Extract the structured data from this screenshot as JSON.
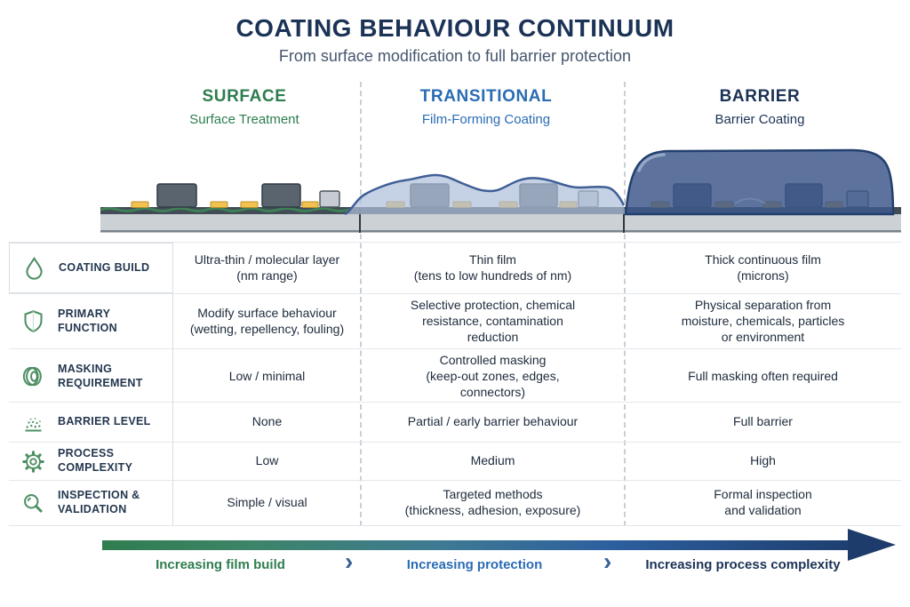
{
  "title": "COATING BEHAVIOUR CONTINUUM",
  "subtitle": "From surface modification to full barrier protection",
  "columns": [
    {
      "name": "SURFACE",
      "subtitle": "Surface Treatment",
      "color": "#2e7d4f"
    },
    {
      "name": "TRANSITIONAL",
      "subtitle": "Film-Forming Coating",
      "color": "#2a6cb4"
    },
    {
      "name": "BARRIER",
      "subtitle": "Barrier Coating",
      "color": "#1b3356"
    }
  ],
  "table": {
    "rows": [
      {
        "icon": "droplet-icon",
        "label": "COATING BUILD",
        "cells": [
          "Ultra-thin / molecular layer\n(nm range)",
          "Thin film\n(tens to low hundreds of nm)",
          "Thick continuous film\n(microns)"
        ]
      },
      {
        "icon": "shield-icon",
        "label": "PRIMARY FUNCTION",
        "cells": [
          "Modify surface behaviour\n(wetting, repellency, fouling)",
          "Selective protection, chemical\nresistance, contamination\nreduction",
          "Physical separation from\nmoisture, chemicals, particles\nor environment"
        ]
      },
      {
        "icon": "masking-tape-icon",
        "label": "MASKING\nREQUIREMENT",
        "cells": [
          "Low / minimal",
          "Controlled masking\n(keep-out zones, edges,\nconnectors)",
          "Full masking often required"
        ]
      },
      {
        "icon": "particles-icon",
        "label": "BARRIER LEVEL",
        "cells": [
          "None",
          "Partial / early barrier behaviour",
          "Full barrier"
        ]
      },
      {
        "icon": "gear-icon",
        "label": "PROCESS COMPLEXITY",
        "cells": [
          "Low",
          "Medium",
          "High"
        ]
      },
      {
        "icon": "magnifier-icon",
        "label": "INSPECTION &\nVALIDATION",
        "cells": [
          "Simple / visual",
          "Targeted methods\n(thickness, adhesion, exposure)",
          "Formal inspection\nand validation"
        ]
      }
    ]
  },
  "footer": {
    "labels": [
      {
        "text": "Increasing film build",
        "color": "#2e7d4f"
      },
      {
        "text": "Increasing protection",
        "color": "#2a6cb4"
      },
      {
        "text": "Increasing process complexity",
        "color": "#1b3356"
      }
    ],
    "chevron": "›"
  },
  "colors": {
    "title_navy": "#1b3356",
    "surface_green": "#2e7d4f",
    "transitional_blue": "#2a6cb4",
    "icon_green": "#4d8f63",
    "board_gray": "#ccd1d5",
    "component_gray": "#5a646e",
    "pad_yellow": "#f3c14f",
    "film_blue": "#aebfd9",
    "barrier_blue": "#3e588c"
  }
}
